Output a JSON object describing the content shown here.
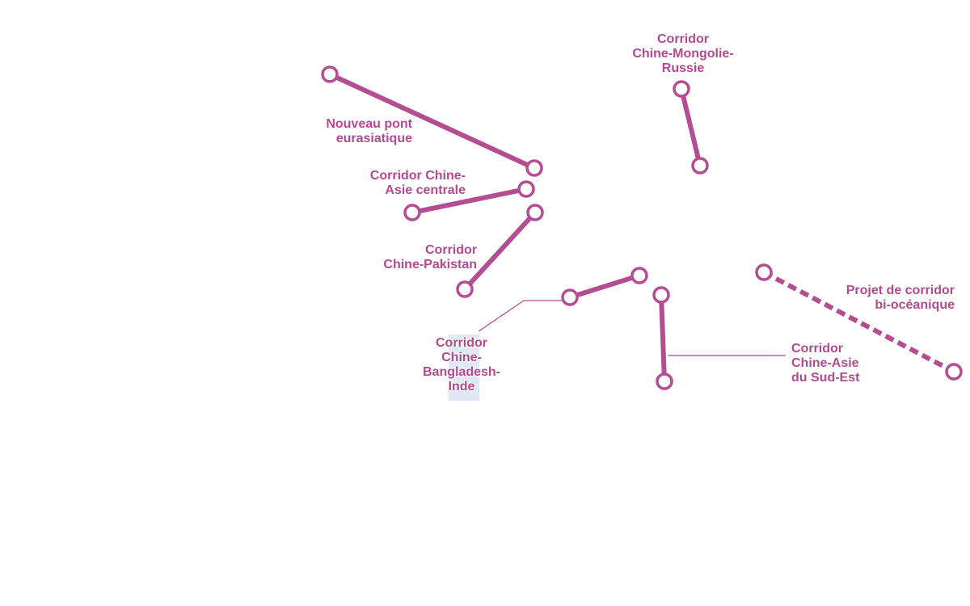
{
  "colors": {
    "corridor": "#b54d93",
    "label": "#b14a90",
    "leader_line": "#b14a90",
    "label_highlight": "#dfe9f5",
    "node_fill": "#ffffff"
  },
  "corridors": {
    "nouveau_pont": {
      "label": "Nouveau pont\neurasiatique",
      "style": "solid"
    },
    "chine_asie_centrale": {
      "label": "Corridor Chine-\nAsie centrale",
      "style": "solid"
    },
    "chine_pakistan": {
      "label": "Corridor\nChine-Pakistan",
      "style": "solid"
    },
    "chine_mongolie_russie": {
      "label": "Corridor\nChine-Mongolie-\nRussie",
      "style": "solid"
    },
    "chine_bangladesh_inde": {
      "label": "Corridor\nChine-\nBangladesh-\nInde",
      "style": "solid"
    },
    "chine_asie_sud_est": {
      "label": "Corridor\nChine-Asie\ndu Sud-Est",
      "style": "solid"
    },
    "bi_oceanique": {
      "label": "Projet de corridor\nbi-océanique",
      "style": "dashed"
    }
  }
}
